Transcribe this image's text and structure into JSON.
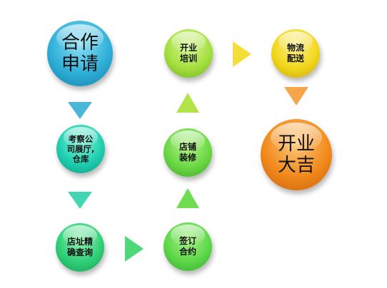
{
  "colors": {
    "blue": "#2fb0d8",
    "teal": "#1fcfb0",
    "green": "#37d36c",
    "lime": "#93e040",
    "yellow": "#f2d81c",
    "orange": "#f28a1c",
    "arrow_blue": "#4ab6d9",
    "arrow_teal": "#44d6b4",
    "arrow_green": "#4fd87a",
    "arrow_lime": "#b2e44a",
    "arrow_yellow": "#f3de3a",
    "arrow_orange": "#f5a64a"
  },
  "steps": {
    "apply": "合作\n申请",
    "inspect": "考察公\n司展厅,\n仓库",
    "address": "店址精\n确查询",
    "contract": "签订\n合约",
    "decorate": "店铺\n装修",
    "training": "开业\n培训",
    "delivery": "物流\n配送",
    "opening": "开业\n大吉"
  },
  "arrow_icons": {
    "apply_to_inspect": "triangle-down-icon",
    "inspect_to_address": "triangle-down-icon",
    "address_to_contract": "triangle-right-icon",
    "contract_to_decorate": "triangle-up-icon",
    "decorate_to_training": "triangle-up-icon",
    "training_to_delivery": "triangle-right-icon",
    "delivery_to_opening": "triangle-down-icon"
  }
}
